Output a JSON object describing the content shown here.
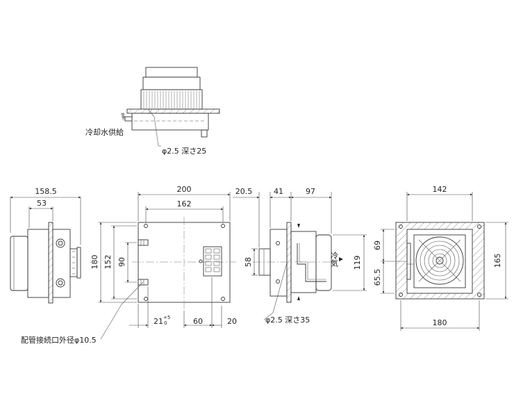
{
  "labels": {
    "coolant_supply": "冷却水供給",
    "hole_top": "φ2.5 深さ25",
    "hole_side": "φ2.5 深さ35",
    "pipe_od": "配管接続口外径φ10.5",
    "cold_air": "冷気",
    "tolerance_upper": "+5",
    "tolerance_lower": "0"
  },
  "dimensions": {
    "left_width": "158.5",
    "left_depth": "53",
    "front_width": "200",
    "front_inner": "162",
    "front_height": "180",
    "front_inner_height": "152",
    "pipe_pitch": "90",
    "pipe_offset": "21",
    "terminal_span": "60",
    "terminal_edge": "20",
    "side_flange": "20.5",
    "side_plate": "41",
    "side_depth": "97",
    "side_pipe": "58",
    "side_height": "119",
    "right_width": "142",
    "right_height": "165",
    "right_upper": "69",
    "right_lower": "65.5",
    "right_bottom": "180"
  }
}
